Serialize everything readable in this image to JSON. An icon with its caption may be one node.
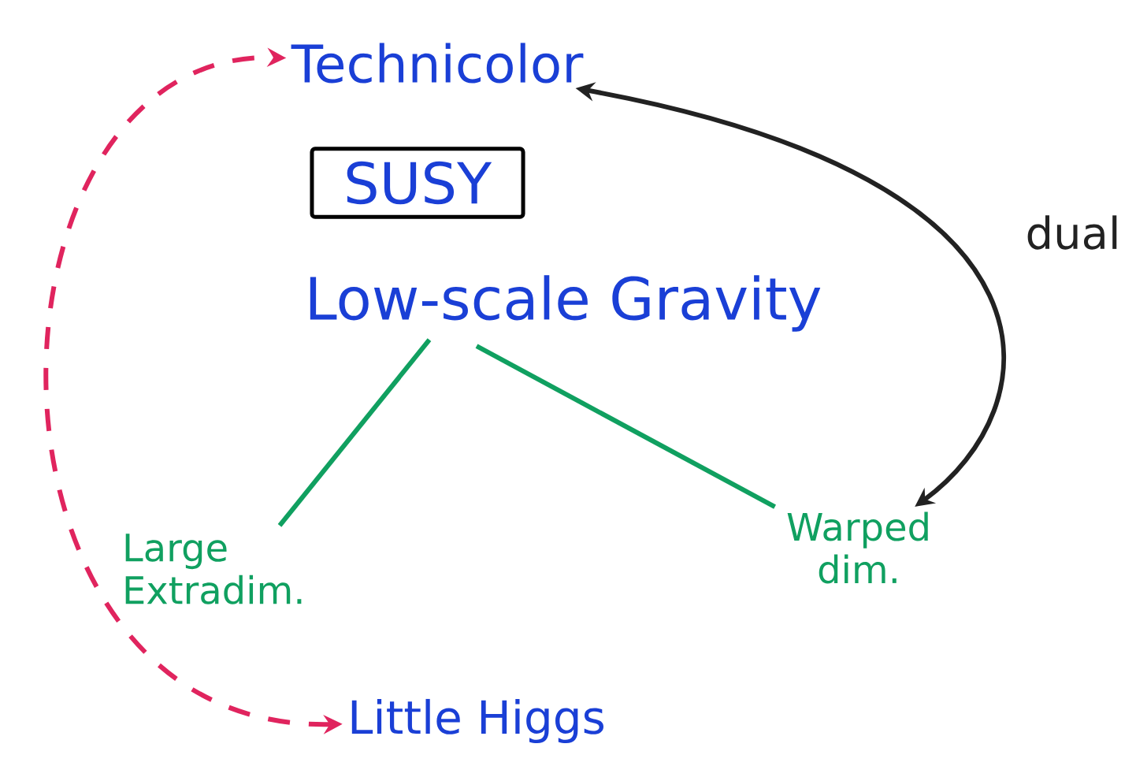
{
  "diagram": {
    "nodes": [
      {
        "text": [
          "Technicolor"
        ]
      },
      {
        "text": [
          "SUSY"
        ]
      },
      {
        "text": [
          "Low-scale Gravity"
        ]
      },
      {
        "text": [
          "Large Extradim."
        ]
      },
      {
        "text": [
          "Warped dim."
        ]
      },
      {
        "text": [
          "Little Higgs"
        ]
      }
    ],
    "edges": [
      {
        "from": 5,
        "to": 0,
        "arrow": "both",
        "style": "dashed",
        "color": "#e0245e"
      },
      {
        "from": 0,
        "to": 4,
        "arrow": "both",
        "label": "dual",
        "color": "#222222"
      },
      {
        "from": 2,
        "to": 3,
        "arrow": "none"
      },
      {
        "from": 2,
        "to": 4,
        "arrow": "none"
      }
    ]
  }
}
